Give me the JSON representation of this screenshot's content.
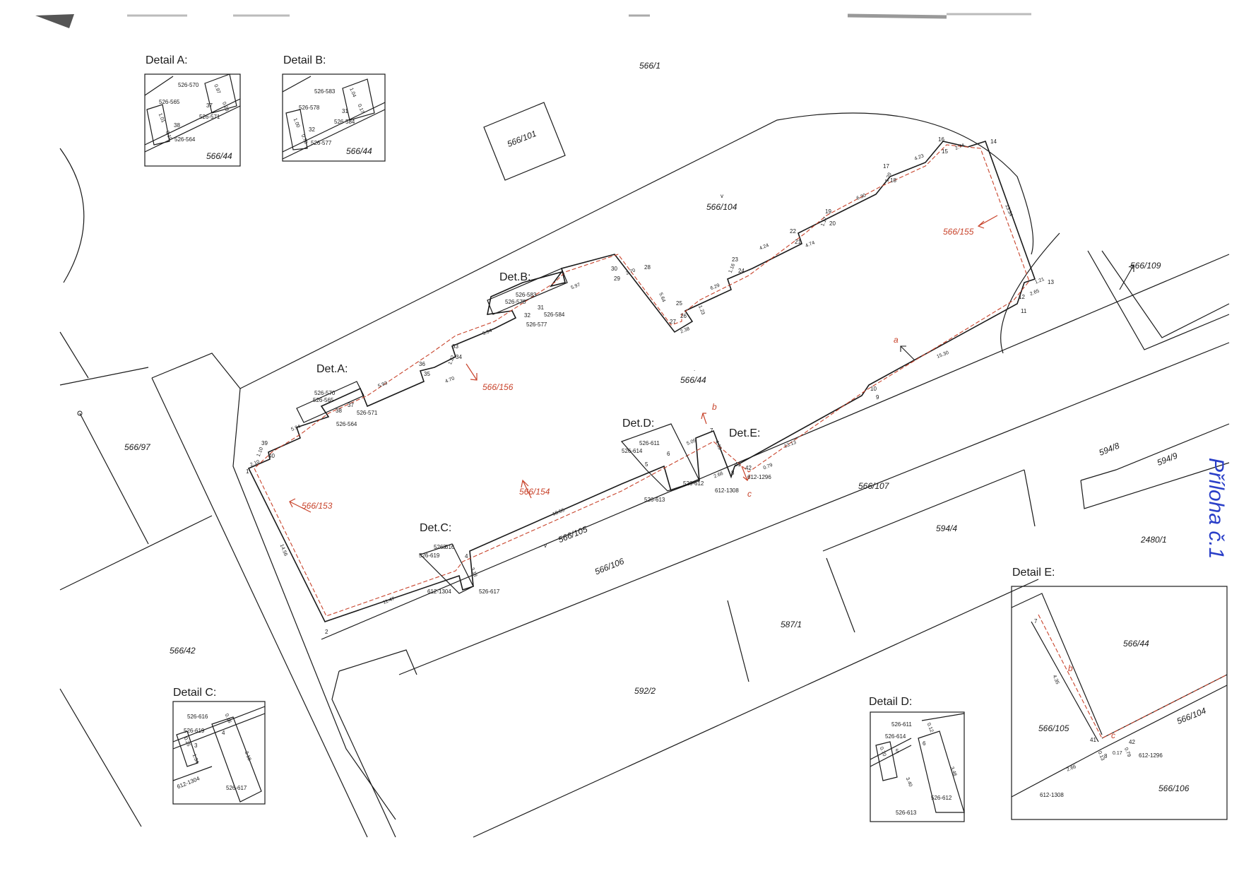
{
  "sheet_label": "Příloha č.1",
  "colors": {
    "ink": "#1a1a1a",
    "boundary_red": "#c8432b",
    "annotation_blue": "#2a3fc8"
  },
  "detail_labels": {
    "det_a": "Det.A:",
    "det_b": "Det.B:",
    "det_c": "Det.C:",
    "det_d": "Det.D:",
    "det_e": "Det.E:"
  },
  "detail_boxes": {
    "a": {
      "title": "Detail A:",
      "texts": [
        "526-570",
        "526-565",
        "526-571",
        "526-564",
        "37",
        "38",
        "0.97",
        "0.23",
        "1.01",
        "0.19",
        "566/44"
      ]
    },
    "b": {
      "title": "Detail B:",
      "texts": [
        "526-583",
        "526-578",
        "526-584",
        "526-577",
        "31",
        "32",
        "1.04",
        "0.17",
        "1.00",
        "0.70",
        "566/44"
      ]
    },
    "c": {
      "title": "Detail C:",
      "texts": [
        "526-616",
        "526-619",
        "612-1304",
        "526-617",
        "3",
        "4",
        "0.16",
        "0.25",
        "1.34",
        "3.18"
      ]
    },
    "d": {
      "title": "Detail D:",
      "texts": [
        "526-611",
        "526-614",
        "526-612",
        "526-613",
        "5",
        "6",
        "0.12",
        "0.70",
        "3.48",
        "3.40"
      ]
    },
    "e": {
      "title": "Detail E:",
      "texts": [
        "566/44",
        "566/105",
        "566/104",
        "566/106",
        "612-1308",
        "612-1296",
        "7",
        "41",
        "42",
        "8",
        "4.35",
        "0.17",
        "0.79",
        "0.13",
        "2.66",
        "b",
        "c"
      ]
    }
  },
  "parcels": {
    "p566_1": "566/1",
    "p566_101": "566/101",
    "p566_104": "566/104",
    "p566_44": "566/44",
    "p566_109": "566/109",
    "p566_97": "566/97",
    "p566_42": "566/42",
    "p566_105": "566/105",
    "p566_106": "566/106",
    "p566_107": "566/107",
    "p594_8": "594/8",
    "p594_9": "594/9",
    "p594_4": "594/4",
    "p2480_1": "2480/1",
    "p587_1": "587/1",
    "p592_2": "592/2"
  },
  "red_parcels": {
    "r155": "566/155",
    "r156": "566/156",
    "r154": "566/154",
    "r153": "566/153"
  },
  "arrow_letters": {
    "a": "a",
    "b": "b",
    "c": "c"
  },
  "point_numbers": [
    "1",
    "2",
    "3",
    "4",
    "5",
    "6",
    "7",
    "8",
    "9",
    "10",
    "11",
    "12",
    "13",
    "14",
    "15",
    "16",
    "17",
    "18",
    "19",
    "20",
    "21",
    "22",
    "23",
    "24",
    "25",
    "26",
    "27",
    "28",
    "29",
    "30",
    "31",
    "32",
    "33",
    "34",
    "35",
    "36",
    "37",
    "38",
    "39",
    "40",
    "41",
    "42"
  ],
  "dimensions": [
    "2.10",
    "1.10",
    "5.94",
    "5.93",
    "4.70",
    "1.22",
    "5.94",
    "5.97",
    "2.70",
    "5.64",
    "2.38",
    "1.23",
    "6.29",
    "1.16",
    "4.24",
    "4.74",
    "1.17",
    "6.30",
    "1.20",
    "4.23",
    "2.74",
    "13.34",
    "2.65",
    "15.30",
    "13.13",
    "5.05",
    "4.35",
    "18.55",
    "11.47",
    "14.56",
    "3.18",
    "0.79",
    "2.66",
    "1.21"
  ],
  "building_codes": [
    "526-570",
    "526-565",
    "526-571",
    "526-564",
    "526-583",
    "526-578",
    "526-584",
    "526-577",
    "526-611",
    "526-614",
    "526-612",
    "526-613",
    "612-1296",
    "612-1308",
    "526-616",
    "526-619",
    "612-1304",
    "526-617"
  ]
}
